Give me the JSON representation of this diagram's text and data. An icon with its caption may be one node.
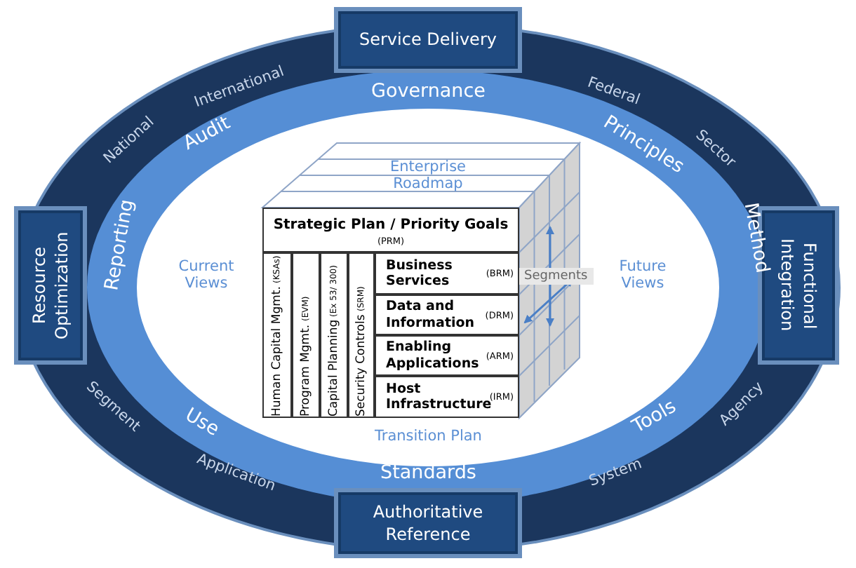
{
  "diagram": {
    "nodes": [
      {
        "text": [
          "Service Delivery"
        ]
      },
      {
        "text": [
          "Resource Optimization"
        ]
      },
      {
        "text": [
          "Functional Integration"
        ]
      },
      {
        "text": [
          "Strategic Plan / Priority Goals",
          "(PRM)"
        ]
      },
      {
        "text": [
          "Human Capital Mgmt.",
          "(KSAs)"
        ]
      },
      {
        "text": [
          "Program Mgmt.",
          "(EVM)"
        ]
      },
      {
        "text": [
          "Capital Planning",
          "(Ex 53/ 300)"
        ]
      },
      {
        "text": [
          "Security Controls",
          "(SRM)"
        ]
      },
      {
        "text": [
          "Business Services",
          "(BRM)"
        ]
      },
      {
        "text": [
          "Data and Information",
          "(DRM)"
        ]
      },
      {
        "text": [
          "Enabling Applications",
          "(ARM)"
        ]
      },
      {
        "text": [
          "Host Infrastructure",
          "(IRM)"
        ]
      },
      {
        "text": [
          "Authoritative Reference"
        ]
      }
    ],
    "labels": [
      "International",
      "Governance",
      "Federal",
      "National",
      "Audit",
      "Principles",
      "Sector",
      "Enterprise Roadmap",
      "Reporting",
      "Current Views",
      "Method",
      "Future Views",
      "Segments",
      "Segment",
      "Use",
      "Tools",
      "Agency",
      "Transition Plan",
      "Application",
      "Standards",
      "System"
    ]
  }
}
